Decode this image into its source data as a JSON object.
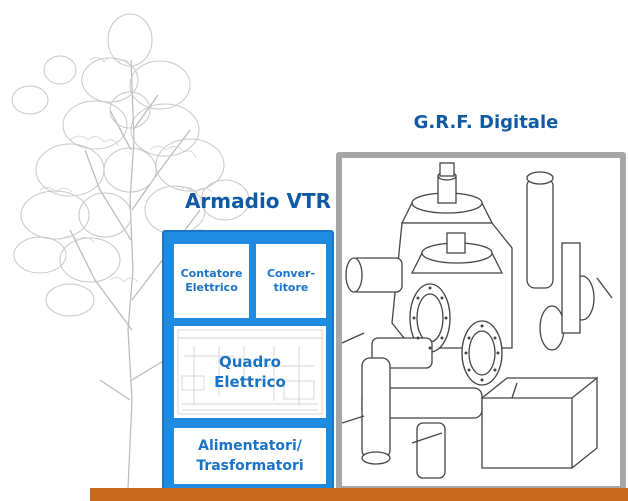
{
  "grf": {
    "title": "G.R.F. Digitale"
  },
  "cabinet": {
    "title": "Armadio VTR",
    "contatore": [
      "Contatore",
      "Elettrico"
    ],
    "convertitore": [
      "Conver-",
      "titore"
    ],
    "quadro": [
      "Quadro",
      "Elettrico"
    ],
    "alimentatori": [
      "Alimentatori/",
      "Trasformatori"
    ]
  },
  "colors": {
    "title_blue": "#0f5aa3",
    "cabinet_blue": "#1e8be0",
    "frame_gray": "#a6a6a6",
    "ground": "#c8691f"
  }
}
